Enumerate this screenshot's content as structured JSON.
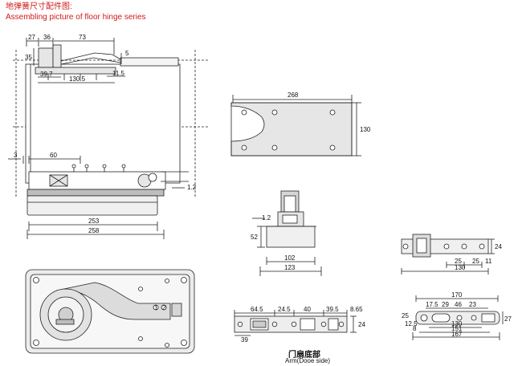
{
  "header": {
    "title_cn": "地弹簧尺寸配件图:",
    "title_en": "Assembling picture of floor hinge series"
  },
  "caption": {
    "cn": "门扇底部",
    "en": "Arm(Dooe side)"
  },
  "dimensions": {
    "side_view": [
      "27",
      "36",
      "73",
      "35",
      "5",
      "39.7",
      "11.5",
      "130.5"
    ],
    "body_view": [
      "3",
      "60",
      "1.2",
      "253",
      "258"
    ],
    "cover_plate": [
      "268",
      "130"
    ],
    "bracket_front": [
      "1.2",
      "52",
      "102",
      "123"
    ],
    "bracket_top": [
      "24",
      "25",
      "25",
      "11",
      "130"
    ],
    "arm_plate": [
      "64.5",
      "24.5",
      "40",
      "39.5",
      "8.65",
      "24",
      "39"
    ],
    "arm_side": [
      "170",
      "17.5",
      "29",
      "46",
      "23",
      "25",
      "12.5",
      "27",
      "130",
      "8",
      "151",
      "167"
    ],
    "body_labels": [
      "1",
      "2"
    ]
  },
  "colors": {
    "title": "#d11a1a",
    "line": "#222222",
    "part_fill": "#e6e6e6",
    "dark_fill": "#bdbdbd"
  }
}
